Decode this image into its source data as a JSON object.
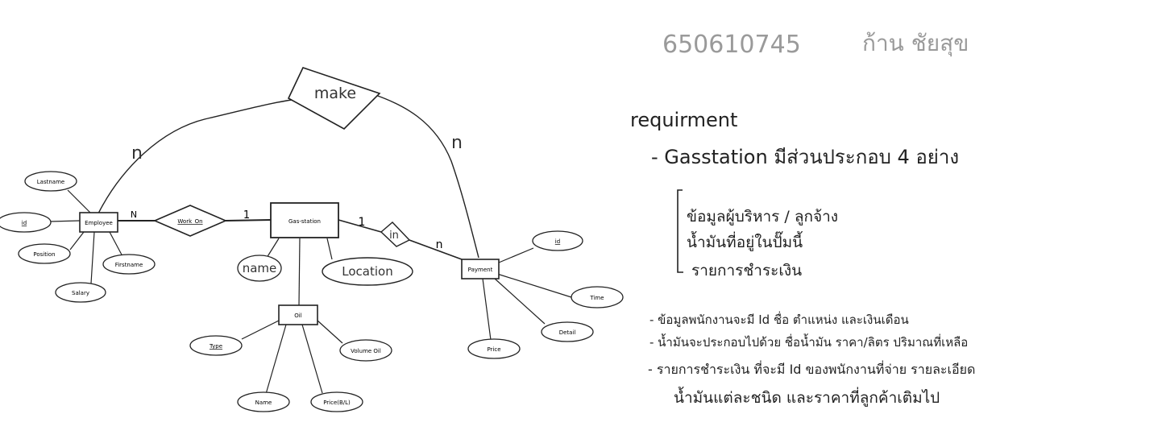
{
  "header_note": {
    "student_id": "650610745",
    "name": "ก้าน ชัยสุข"
  },
  "diagram": {
    "entities": {
      "employee": "Employee",
      "gas_station": "Gas-station",
      "oil": "Oil",
      "payment": "Payment"
    },
    "relationships": {
      "work_on": "Work_On",
      "make": "make",
      "in": "in"
    },
    "cardinalities": {
      "work_on_employee": "N",
      "work_on_station": "1",
      "make_employee": "n",
      "make_payment": "n",
      "in_station": "1",
      "in_payment": "n"
    },
    "attributes": {
      "employee_lastname": "Lastname",
      "employee_id": "id",
      "employee_position": "Position",
      "employee_salary": "Salary",
      "employee_firstname": "Firstname",
      "station_name": "name",
      "station_location": "Location",
      "oil_type": "Type",
      "oil_volume": "Volume Oil",
      "oil_name": "Name",
      "oil_price": "Price(B/L)",
      "payment_id": "id",
      "payment_time": "Time",
      "payment_detail": "Detail",
      "payment_price": "Price"
    }
  },
  "requirements": {
    "title": "requirment",
    "headline": "- Gasstation มีส่วนประกอบ 4 อย่าง",
    "components": [
      "ข้อมูลผู้บริหาร / ลูกจ้าง",
      "น้ำมันที่อยู่ในปั๊มนี้",
      "รายการชำระเงิน"
    ],
    "details": [
      "- ข้อมูลพนักงานจะมี Id ชื่อ ตำแหน่ง และเงินเดือน",
      "- น้ำมันจะประกอบไปด้วย ชื่อน้ำมัน ราคา/ลิตร ปริมาณที่เหลือ",
      "- รายการชำระเงิน ที่จะมี Id ของพนักงานที่จ่าย รายละเอียด",
      "น้ำมันแต่ละชนิด และราคาที่ลูกค้าเติมไป"
    ]
  }
}
